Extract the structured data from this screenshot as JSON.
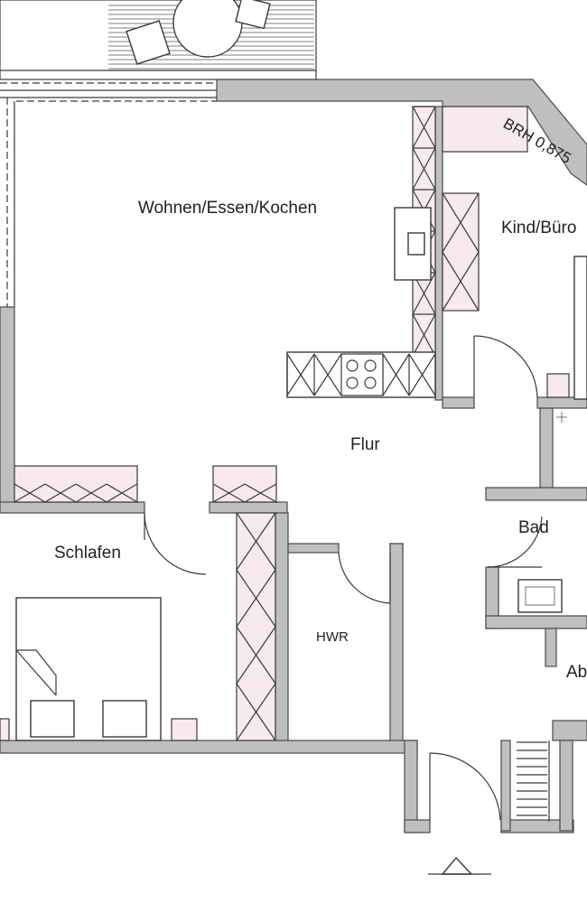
{
  "plan": {
    "rooms": [
      {
        "id": "living",
        "label": "Wohnen/Essen/Kochen"
      },
      {
        "id": "kind",
        "label": "Kind/Büro"
      },
      {
        "id": "flur",
        "label": "Flur"
      },
      {
        "id": "bad",
        "label": "Bad"
      },
      {
        "id": "schlafen",
        "label": "Schlafen"
      },
      {
        "id": "hwr",
        "label": "HWR"
      },
      {
        "id": "ab",
        "label": "Ab"
      }
    ],
    "annotations": {
      "window_height": "BRH 0,875"
    }
  },
  "colors": {
    "wall": "#bfbfbf",
    "cabinet": "#f7e9ec",
    "line": "#3a3a3a"
  }
}
